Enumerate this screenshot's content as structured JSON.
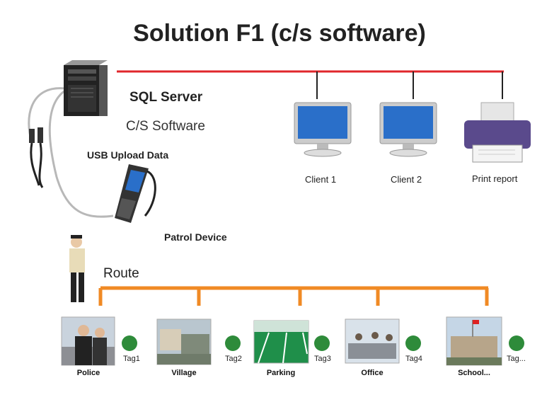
{
  "title": "Solution F1 (c/s software)",
  "server": {
    "name": "SQL Server",
    "software": "C/S Software"
  },
  "usb_label": "USB Upload Data",
  "patrol_label": "Patrol Device",
  "route_label": "Route",
  "clients": [
    {
      "label": "Client 1"
    },
    {
      "label": "Client 2"
    }
  ],
  "printer_label": "Print report",
  "locations": [
    {
      "name": "Police",
      "tag": "Tag1"
    },
    {
      "name": "Village",
      "tag": "Tag2"
    },
    {
      "name": "Parking",
      "tag": "Tag3"
    },
    {
      "name": "Office",
      "tag": "Tag4"
    },
    {
      "name": "School...",
      "tag": "Tag..."
    }
  ],
  "colors": {
    "network_line": "#e0262b",
    "route_line": "#f08a24",
    "tag": "#2e8b3a",
    "screen": "#2a6fc9"
  }
}
